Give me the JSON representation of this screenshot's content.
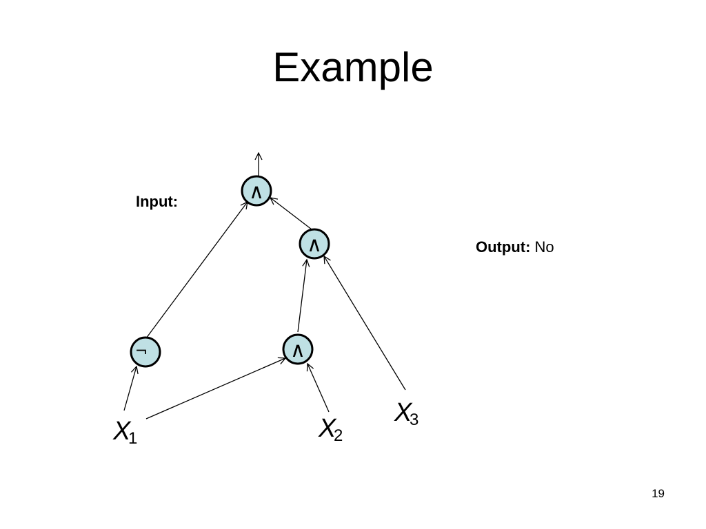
{
  "slide": {
    "title": "Example",
    "input_label": "Input:",
    "output_label": "Output:",
    "output_value": "No",
    "page_number": "19"
  },
  "circuit": {
    "gates": [
      {
        "id": "and_top",
        "symbol": "∧",
        "type": "AND"
      },
      {
        "id": "and_mid",
        "symbol": "∧",
        "type": "AND"
      },
      {
        "id": "and_low",
        "symbol": "∧",
        "type": "AND"
      },
      {
        "id": "not_gate",
        "symbol": "¬",
        "type": "NOT"
      }
    ],
    "inputs": [
      {
        "id": "x1",
        "letter": "X",
        "subscript": "1"
      },
      {
        "id": "x2",
        "letter": "X",
        "subscript": "2"
      },
      {
        "id": "x3",
        "letter": "X",
        "subscript": "3"
      }
    ],
    "edges": [
      {
        "from": "x1",
        "to": "not_gate"
      },
      {
        "from": "x1",
        "to": "and_low"
      },
      {
        "from": "x2",
        "to": "and_low"
      },
      {
        "from": "and_low",
        "to": "and_mid"
      },
      {
        "from": "x3",
        "to": "and_mid"
      },
      {
        "from": "and_mid",
        "to": "and_top"
      },
      {
        "from": "not_gate",
        "to": "and_top"
      },
      {
        "from": "and_top",
        "to": "output"
      }
    ],
    "colors": {
      "gate_fill": "#bfe0e4",
      "stroke": "#000000"
    }
  }
}
